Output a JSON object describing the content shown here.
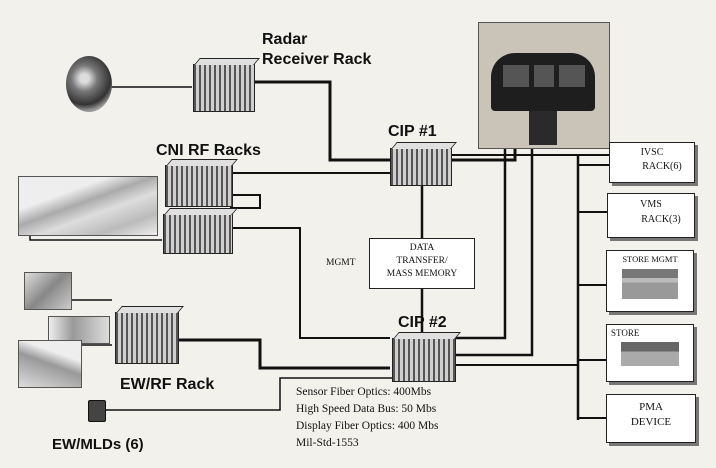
{
  "labels": {
    "radar_receiver_rack": [
      "Radar",
      "Receiver Rack"
    ],
    "cni_rf_racks": "CNI RF Racks",
    "ew_rf_rack": "EW/RF Rack",
    "ew_mlds": "EW/MLDs (6)",
    "cip1": "CIP #1",
    "cip2": "CIP #2",
    "mgmt": "MGMT"
  },
  "boxes": {
    "data_transfer": [
      "DATA",
      "TRANSFER/",
      "MASS MEMORY"
    ],
    "ivsc_rack": [
      "IVSC",
      "RACK(6)"
    ],
    "vms_rack": [
      "VMS",
      "RACK(3)"
    ],
    "store_mgmt": "STORE MGMT",
    "store": "STORE",
    "pma_device": [
      "PMA",
      "DEVICE"
    ]
  },
  "legend": [
    "Sensor Fiber Optics: 400Mbs",
    "High Speed Data Bus: 50 Mbs",
    "Display Fiber Optics: 400 Mbs",
    "Mil-Std-1553"
  ]
}
